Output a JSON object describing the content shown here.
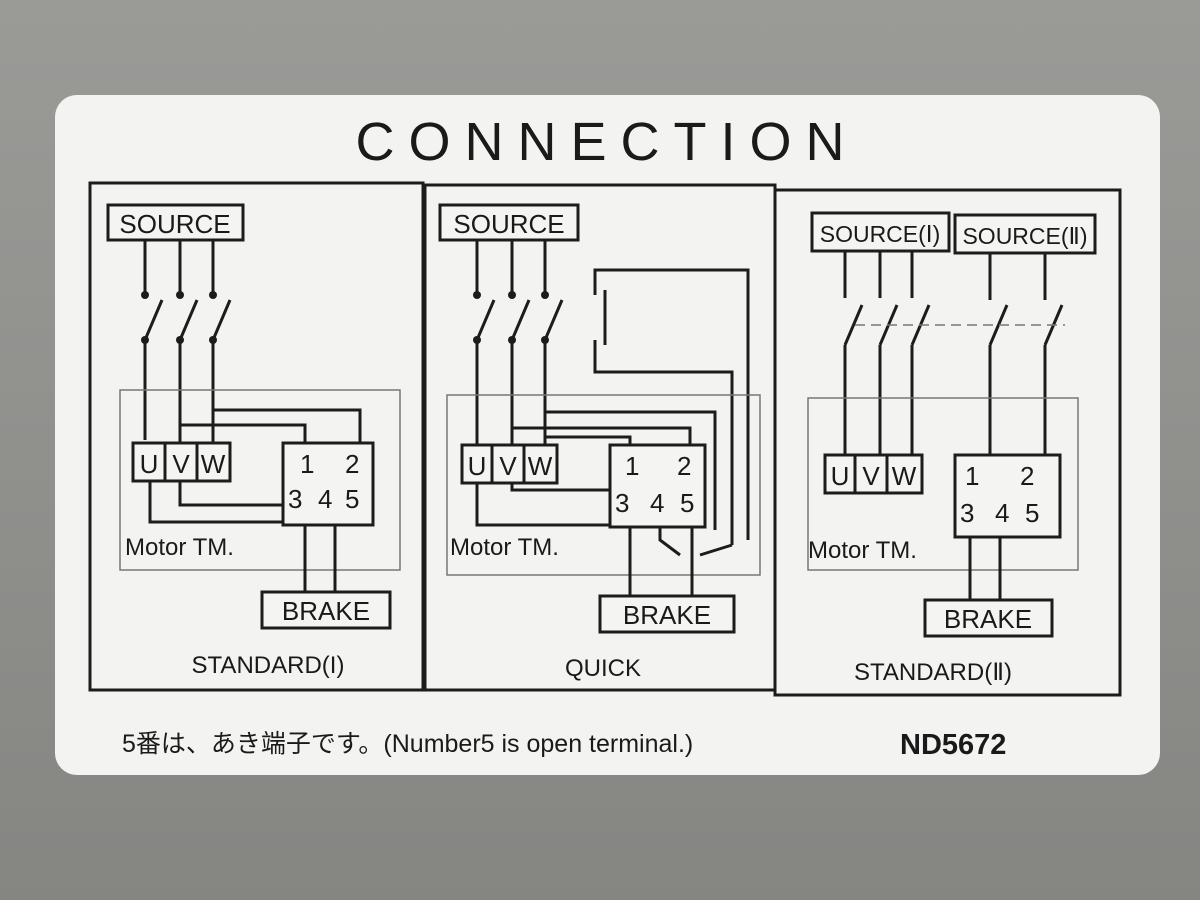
{
  "title": "CONNECTION",
  "panels": [
    {
      "name": "STANDARD(I)",
      "source": "SOURCE",
      "terminals": [
        "U",
        "V",
        "W"
      ],
      "motor": "Motor TM.",
      "tm_top": [
        "1",
        "2"
      ],
      "tm_bottom": [
        "3",
        "4",
        "5"
      ],
      "brake": "BRAKE"
    },
    {
      "name": "QUICK",
      "source": "SOURCE",
      "terminals": [
        "U",
        "V",
        "W"
      ],
      "motor": "Motor TM.",
      "tm_top": [
        "1",
        "2"
      ],
      "tm_bottom": [
        "3",
        "4",
        "5"
      ],
      "brake": "BRAKE"
    },
    {
      "name": "STANDARD(Ⅱ)",
      "source1": "SOURCE(Ⅰ)",
      "source2": "SOURCE(Ⅱ)",
      "terminals": [
        "U",
        "V",
        "W"
      ],
      "motor": "Motor TM.",
      "tm_top": [
        "1",
        "2"
      ],
      "tm_bottom": [
        "3",
        "4",
        "5"
      ],
      "brake": "BRAKE"
    }
  ],
  "footer": {
    "note": "5番は、あき端子です。(Number5 is open terminal.)",
    "code": "ND5672"
  }
}
